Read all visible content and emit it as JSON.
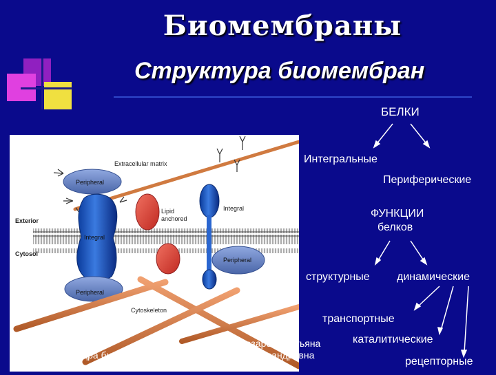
{
  "slide": {
    "title": "Биомембраны",
    "subtitle": "Структура биомембран"
  },
  "diagram_labels": {
    "extracellular_matrix": "Extracellular matrix",
    "peripheral_top": "Peripheral",
    "peripheral_right": "Peripheral",
    "peripheral_bottom": "Peripheral",
    "integral_left": "Integral",
    "integral_right": "Integral",
    "lipid_anchored_1": "Lipid",
    "lipid_anchored_2": "anchored",
    "exterior": "Exterior",
    "cytosol": "Cytosol",
    "cytoskeleton": "Cytoskeleton"
  },
  "proteins": {
    "header": "БЕЛКИ",
    "integral": "Интегральные",
    "peripheral": "Периферические"
  },
  "functions": {
    "header_line1": "ФУНКЦИИ",
    "header_line2": "белков",
    "structural": "структурные",
    "dynamic": "динамические",
    "transport": "транспортные",
    "catalytic": "каталитические",
    "receptor": "рецепторные"
  },
  "footer": {
    "department": "Кафедра биохимии",
    "author_line1": "Назарова Татьяна",
    "author_line2": "Александровна"
  },
  "colors": {
    "background": "#0a0a8c",
    "peripheral_protein": "#6e88c4",
    "integral_protein": "#1a5ac8",
    "lipid_anchored": "#e0403a",
    "fiber": "#d07a40",
    "deco_magenta": "#e040e0",
    "deco_purple": "#9020c0",
    "deco_yellow": "#f0e040"
  }
}
